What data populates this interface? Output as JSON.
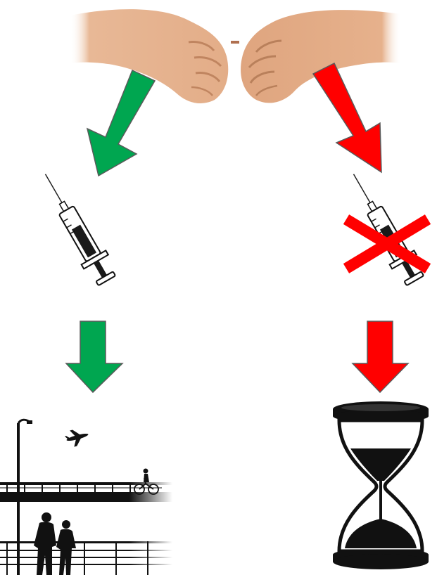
{
  "colors": {
    "positive_arrow": "#00A650",
    "negative_arrow": "#FF0000",
    "skin": "#E9B795",
    "skin_shadow": "#C98A66",
    "silhouette": "#111111",
    "cross": "#FF0000"
  },
  "figure": {
    "top": {
      "image": "fist-bump-hands"
    },
    "left_branch": {
      "path_color": "positive_arrow",
      "arrow_1": "green-diagonal-arrow",
      "step": "syringe",
      "arrow_2": "green-down-arrow",
      "outcome": "people-on-bridge-with-airplane-and-cyclist"
    },
    "right_branch": {
      "path_color": "negative_arrow",
      "arrow_1": "red-diagonal-arrow",
      "step": "syringe-crossed-out",
      "arrow_2": "red-down-arrow",
      "outcome": "hourglass"
    }
  }
}
